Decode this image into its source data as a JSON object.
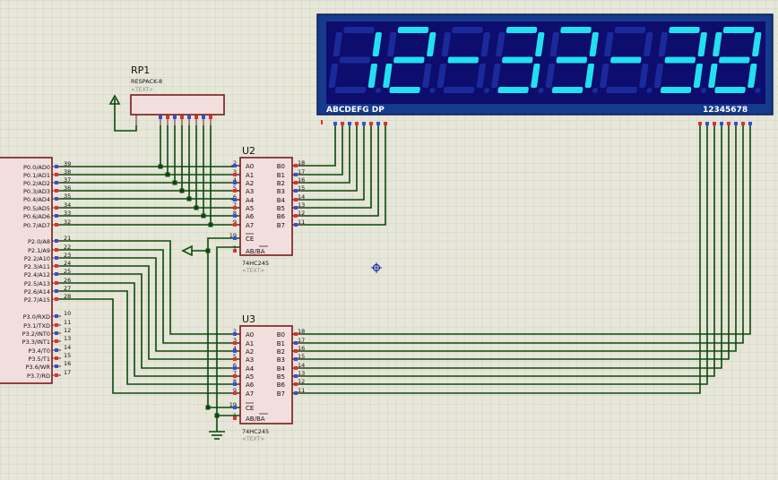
{
  "display": {
    "digits": [
      "1",
      "2",
      "-",
      "3",
      "3",
      "-",
      "3",
      "8"
    ],
    "seg_label": "ABCDEFG DP",
    "digit_label": "12345678",
    "colors": {
      "bezel": "#163a8c",
      "panel": "#0d0d6e",
      "lit": "#22e0f0",
      "dim": "#1b2a9a"
    }
  },
  "rp1": {
    "ref": "RP1",
    "part": "RESPACK-8",
    "text": "<TEXT>"
  },
  "u2": {
    "ref": "U2",
    "part": "74HC245",
    "text": "<TEXT>"
  },
  "u3": {
    "ref": "U3",
    "part": "74HC245",
    "text": "<TEXT>"
  },
  "buf": {
    "left_labels": [
      "A0",
      "A1",
      "A2",
      "A3",
      "A4",
      "A5",
      "A6",
      "A7"
    ],
    "left_pins": [
      "2",
      "3",
      "4",
      "5",
      "6",
      "7",
      "8",
      "9"
    ],
    "right_labels": [
      "B0",
      "B1",
      "B2",
      "B3",
      "B4",
      "B5",
      "B6",
      "B7"
    ],
    "right_pins": [
      "18",
      "17",
      "16",
      "15",
      "14",
      "13",
      "12",
      "11"
    ],
    "ce_label": "CE",
    "dir_label": "AB/BA",
    "ce_pin": "19",
    "dir_pin": "1"
  },
  "mcu": {
    "port0": [
      {
        "label": "P0.0/AD0",
        "pin": "39"
      },
      {
        "label": "P0.1/AD1",
        "pin": "38"
      },
      {
        "label": "P0.2/AD2",
        "pin": "37"
      },
      {
        "label": "P0.3/AD3",
        "pin": "36"
      },
      {
        "label": "P0.4/AD4",
        "pin": "35"
      },
      {
        "label": "P0.5/AD5",
        "pin": "34"
      },
      {
        "label": "P0.6/AD6",
        "pin": "33"
      },
      {
        "label": "P0.7/AD7",
        "pin": "32"
      }
    ],
    "port2": [
      {
        "label": "P2.0/A8",
        "pin": "21"
      },
      {
        "label": "P2.1/A9",
        "pin": "22"
      },
      {
        "label": "P2.2/A10",
        "pin": "23"
      },
      {
        "label": "P2.3/A11",
        "pin": "24"
      },
      {
        "label": "P2.4/A12",
        "pin": "25"
      },
      {
        "label": "P2.5/A13",
        "pin": "26"
      },
      {
        "label": "P2.6/A14",
        "pin": "27"
      },
      {
        "label": "P2.7/A15",
        "pin": "28"
      }
    ],
    "port3": [
      {
        "label": "P3.0/RXD",
        "pin": "10"
      },
      {
        "label": "P3.1/TXD",
        "pin": "11"
      },
      {
        "label": "P3.2/INT0",
        "pin": "12"
      },
      {
        "label": "P3.3/INT1",
        "pin": "13"
      },
      {
        "label": "P3.4/T0",
        "pin": "14"
      },
      {
        "label": "P3.5/T1",
        "pin": "15"
      },
      {
        "label": "P3.6/WR",
        "pin": "16"
      },
      {
        "label": "P3.7/RD",
        "pin": "17"
      }
    ]
  }
}
